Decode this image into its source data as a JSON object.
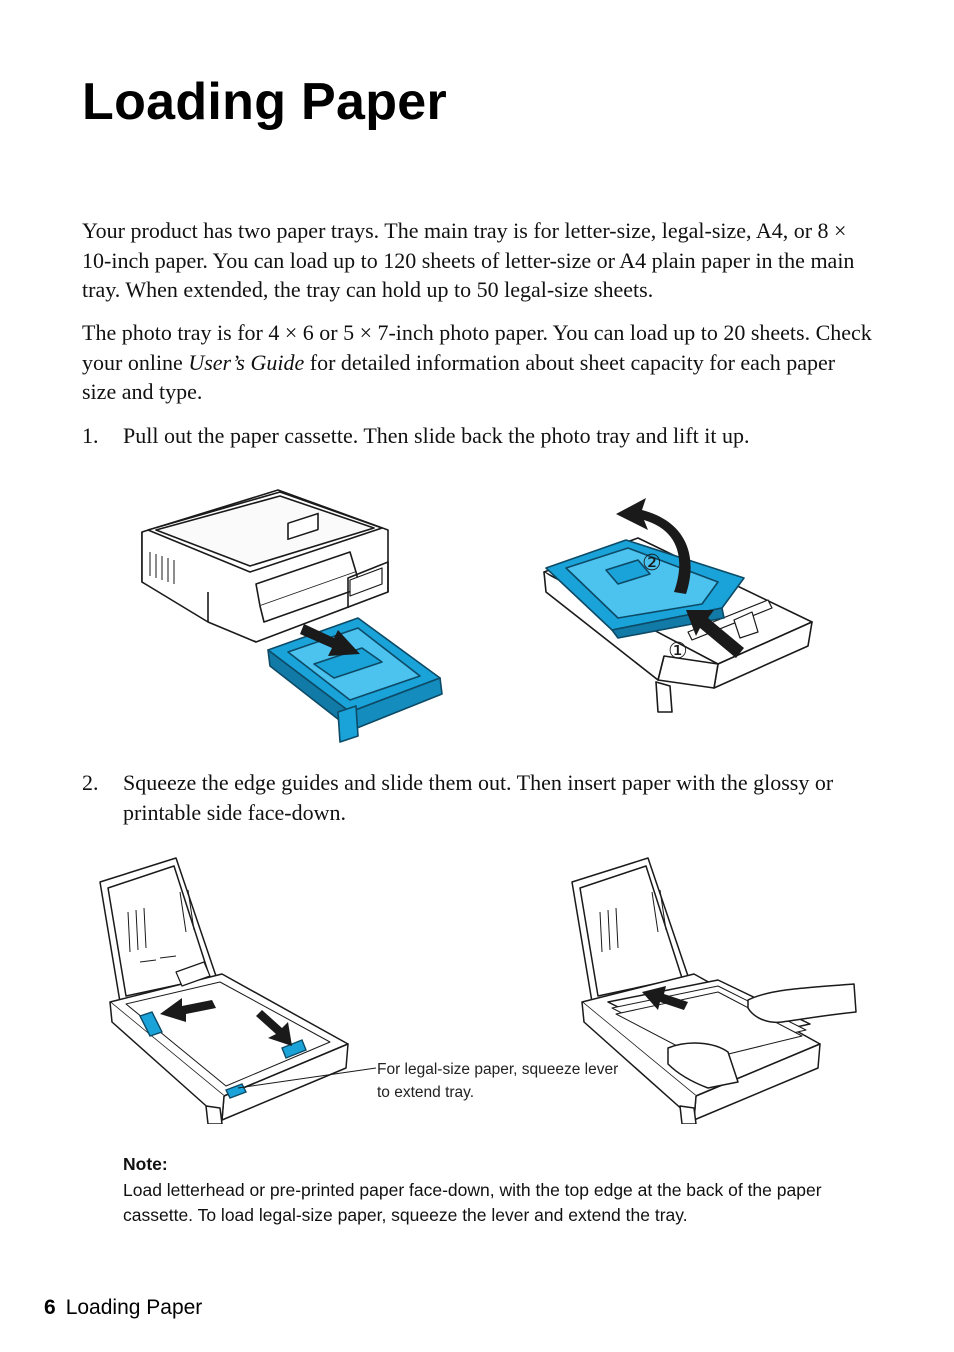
{
  "page": {
    "title": "Loading Paper",
    "intro_1": "Your product has two paper trays. The main tray is for letter-size, legal-size, A4, or 8 × 10-inch paper. You can load up to 120 sheets of letter-size or A4 plain paper in the main tray. When extended, the tray can hold up to 50 legal-size sheets.",
    "intro_2_a": "The photo tray is for 4 × 6 or 5 × 7-inch photo paper. You can load up to 20 sheets. Check your online ",
    "intro_2_em": "User’s Guide",
    "intro_2_b": " for detailed information about sheet capacity for each paper size and type."
  },
  "steps": [
    {
      "num": "1.",
      "text": "Pull out the paper cassette. Then slide back the photo tray and lift it up."
    },
    {
      "num": "2.",
      "text": "Squeeze the edge guides and slide them out. Then insert paper with the glossy or printable side face-down."
    }
  ],
  "figures": {
    "callout_1": "①",
    "callout_2": "②",
    "caption": "For legal-size paper, squeeze lever to extend tray."
  },
  "note": {
    "heading": "Note:",
    "body": "Load letterhead or pre-printed paper face-down, with the top edge at the back of the paper cassette. To load legal-size paper, squeeze the lever and extend the tray."
  },
  "footer": {
    "page_number": "6",
    "section": "Loading Paper"
  },
  "colors": {
    "accent_blue": "#1aa3d9",
    "line": "#1a1a1a"
  }
}
